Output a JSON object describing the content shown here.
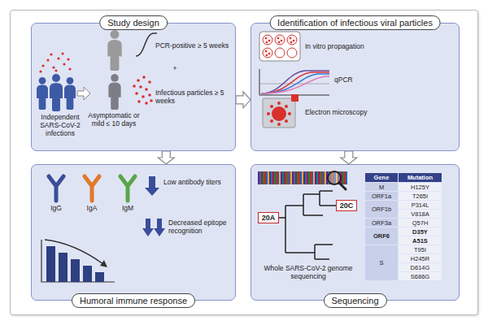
{
  "diagram": {
    "nodes": [
      {
        "text": [
          "Study design",
          "Independent SARS-CoV-2 infections",
          "Asymptomatic or mild ≤ 10 days",
          "PCR-positive ≥ 5 weeks",
          "+",
          "Infectious particles ≥ 5 weeks"
        ]
      },
      {
        "text": [
          "Identification of infectious viral particles",
          "In vitro propagation",
          "qPCR",
          "Electron microscopy"
        ]
      },
      {
        "text": [
          "Humoral immune response",
          "IgG",
          "IgA",
          "IgM",
          "Low antibody titers",
          "Decreased epitope recognition"
        ]
      },
      {
        "text": [
          "Sequencing",
          "Whole SARS-CoV-2 genome sequencing"
        ]
      },
      {
        "text": [
          "20A"
        ],
        "in": 3
      },
      {
        "text": [
          "20C"
        ],
        "in": 3
      },
      {
        "text": [
          "Gene",
          "Mutation",
          "M",
          "H125Y",
          "ORF1a",
          "T265I",
          "ORF1b",
          "P314L",
          "V818A",
          "ORF3a",
          "Q57H",
          "ORF6",
          "D35Y",
          "A51S",
          "S",
          "T95I",
          "H245R",
          "D614G",
          "S686G"
        ],
        "in": 3
      }
    ],
    "edges": [
      {
        "from": 0,
        "to": 1,
        "arrow": "to"
      },
      {
        "from": 0,
        "to": 2,
        "arrow": "to"
      },
      {
        "from": 1,
        "to": 3,
        "arrow": "to"
      }
    ]
  }
}
